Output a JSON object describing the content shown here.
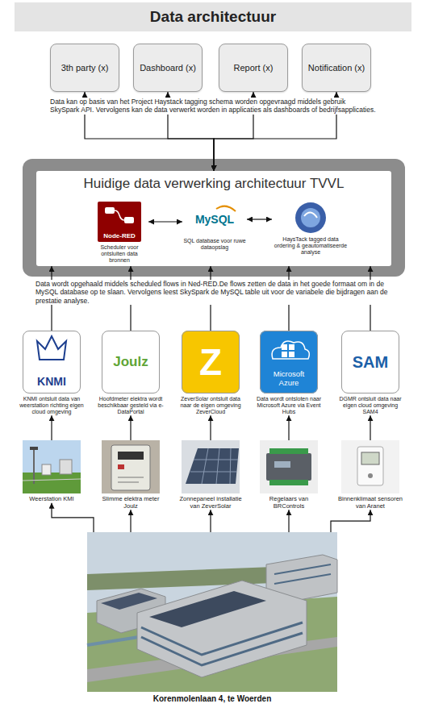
{
  "diagram": {
    "title": "Data architectuur",
    "nodes": [
      {
        "text": [
          "3th party (x)"
        ]
      },
      {
        "text": [
          "Dashboard (x)"
        ]
      },
      {
        "text": [
          "Report (x)"
        ]
      },
      {
        "text": [
          "Notification (x)"
        ]
      },
      {
        "text": [
          "Huidige data verwerking architectuur TVVL"
        ]
      },
      {
        "text": [
          "Node-RED",
          "Scheduler voor ontsluiten data bronnen"
        ],
        "in": 4
      },
      {
        "text": [
          "MySQL",
          "SQL database voor ruwe dataopslag"
        ],
        "in": 4
      },
      {
        "text": [
          "HaysTack tagged data ordering & geautomatiseerde analyse"
        ],
        "in": 4
      },
      {
        "text": [
          "KNMI",
          "KNMI ontsluit data van weerstation richting eigen cloud omgeving"
        ]
      },
      {
        "text": [
          "Joulz",
          "Hoofdmeter elektra wordt beschikbaar gesteld via e-DataPortal"
        ]
      },
      {
        "text": [
          "Z",
          "ZeverSolar ontsluit data naar de eigen omgeving ZeverCloud"
        ]
      },
      {
        "text": [
          "Microsoft Azure",
          "Data wordt ontsloten naar Microsoft Azure via Event Hubs"
        ]
      },
      {
        "text": [
          "SAM",
          "DGMR ontsluit data naar eigen cloud omgeving SAM4"
        ]
      },
      {
        "text": [
          "Weerstation KMI"
        ]
      },
      {
        "text": [
          "Slimme elektra meter Joulz"
        ]
      },
      {
        "text": [
          "Zonnepaneel installatie van ZeverSolar"
        ]
      },
      {
        "text": [
          "Regelaars van BRControls"
        ]
      },
      {
        "text": [
          "Binnenklimaat sensoren van Aranet"
        ]
      },
      {
        "text": [
          "Korenmolenlaan 4, te Woerden"
        ]
      }
    ],
    "edges": [
      {
        "from": 4,
        "to": 0,
        "arrow": "both"
      },
      {
        "from": 4,
        "to": 1,
        "arrow": "both"
      },
      {
        "from": 4,
        "to": 2,
        "arrow": "both"
      },
      {
        "from": 4,
        "to": 3,
        "arrow": "both"
      },
      {
        "from": 5,
        "to": 6,
        "arrow": "both"
      },
      {
        "from": 6,
        "to": 7,
        "arrow": "both"
      },
      {
        "from": 8,
        "to": 4,
        "arrow": "to"
      },
      {
        "from": 9,
        "to": 4,
        "arrow": "to"
      },
      {
        "from": 10,
        "to": 4,
        "arrow": "to"
      },
      {
        "from": 11,
        "to": 4,
        "arrow": "to"
      },
      {
        "from": 12,
        "to": 4,
        "arrow": "to"
      },
      {
        "from": 13,
        "to": 8,
        "arrow": "to"
      },
      {
        "from": 14,
        "to": 9,
        "arrow": "to"
      },
      {
        "from": 15,
        "to": 10,
        "arrow": "to"
      },
      {
        "from": 16,
        "to": 11,
        "arrow": "to"
      },
      {
        "from": 17,
        "to": 12,
        "arrow": "to"
      },
      {
        "from": 18,
        "to": 13,
        "arrow": "to"
      },
      {
        "from": 18,
        "to": 14,
        "arrow": "to"
      },
      {
        "from": 18,
        "to": 15,
        "arrow": "to"
      },
      {
        "from": 18,
        "to": 16,
        "arrow": "to"
      },
      {
        "from": 18,
        "to": 17,
        "arrow": "to"
      }
    ],
    "labels": [
      "Data kan op basis van het Project Haystack tagging schema worden opgevraagd middels gebruik SkySpark API. Vervolgens kan de data verwerkt worden in applicaties als dashboards of bedrijfsapplicaties.",
      "Data wordt opgehaald middels scheduled flows in Ned-RED.De flows zetten de data in het goede formaat om in de MySQL database op te slaan. Vervolgens leest SkySpark de MySQL table uit voor de variabele die bijdragen aan de prestatie analyse."
    ]
  }
}
